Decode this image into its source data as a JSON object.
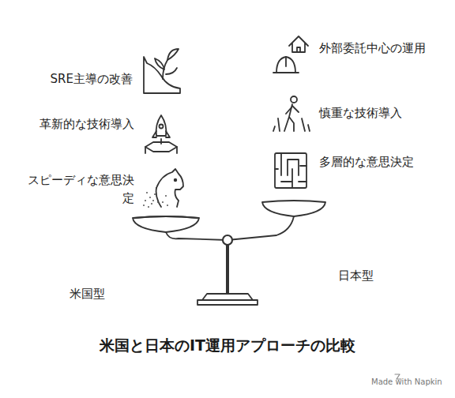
{
  "diagram": {
    "title": "米国と日本のIT運用アプローチの比較",
    "labels": [
      "SRE主導の改善",
      "革新的な技術導入",
      "スピーディな意思決定",
      "外部委託中心の運用",
      "慎重な技術導入",
      "多層的な意思決定",
      "米国型",
      "日本型",
      "Made with Napkin"
    ]
  }
}
